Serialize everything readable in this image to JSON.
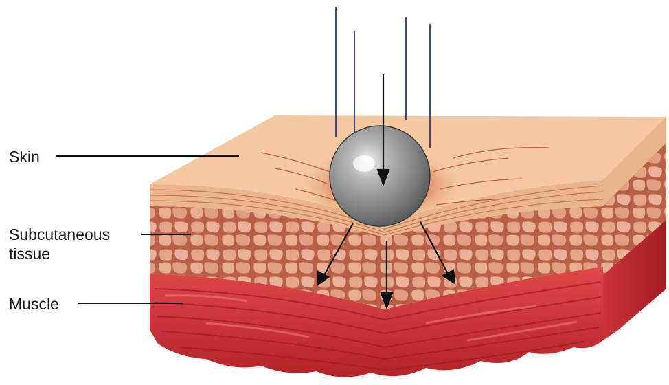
{
  "labels": {
    "skin": "Skin",
    "subcutaneous_line1": "Subcutaneous",
    "subcutaneous_line2": "tissue",
    "muscle": "Muscle"
  },
  "colors": {
    "skin_top": "#f4c9a1",
    "skin_edge": "#eab58a",
    "fat": "#e2a184",
    "fat_lines": "#b65a3c",
    "muscle": "#d43a3d",
    "muscle_dark": "#a81f27",
    "ball": "#8c8c8c",
    "arrows": "#111111",
    "lines": "#3b4b8a"
  },
  "icons": {
    "projectile": "steel-ball-icon",
    "force_arrows": "arrow-icon"
  }
}
